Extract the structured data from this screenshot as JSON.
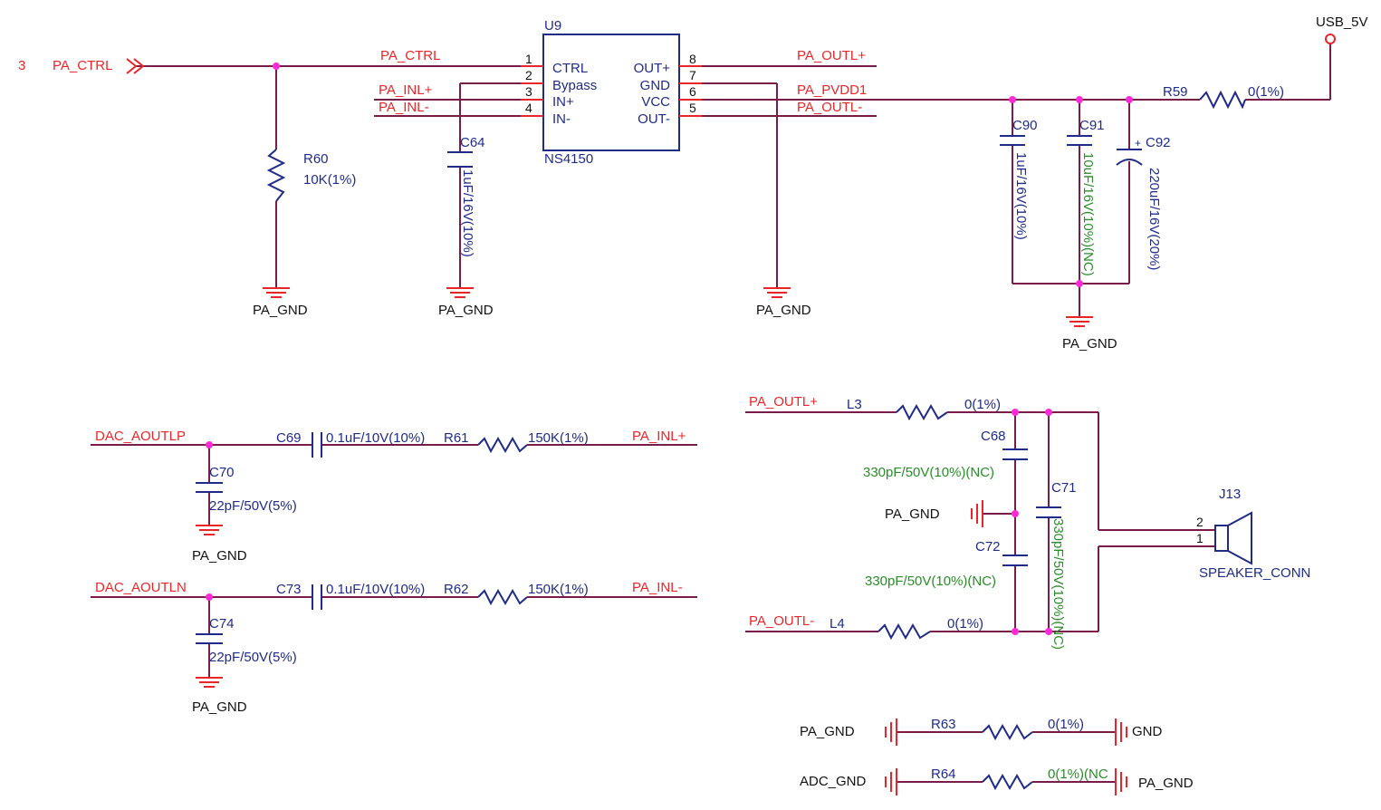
{
  "colors": {
    "wire": "#7a1c4a",
    "component": "#1f2b87",
    "net_label": "#e8262a",
    "ground": "#e8262a",
    "junction": "#ff2bd6",
    "nc_value": "#2a8c2a",
    "value_text": "#1f2b87"
  },
  "sheet_ref": "3",
  "nets": {
    "pa_ctrl": "PA_CTRL",
    "pa_inl_p": "PA_INL+",
    "pa_inl_n": "PA_INL-",
    "pa_outl_p": "PA_OUTL+",
    "pa_outl_n": "PA_OUTL-",
    "pa_pvdd1": "PA_PVDD1",
    "usb_5v": "USB_5V",
    "dac_aoutlp": "DAC_AOUTLP",
    "dac_aoutln": "DAC_AOUTLN",
    "pa_gnd": "PA_GND",
    "gnd": "GND",
    "adc_gnd": "ADC_GND"
  },
  "u9": {
    "ref": "U9",
    "part": "NS4150",
    "pins_left": [
      {
        "num": "1",
        "name": "CTRL"
      },
      {
        "num": "2",
        "name": "Bypass"
      },
      {
        "num": "3",
        "name": "IN+"
      },
      {
        "num": "4",
        "name": "IN-"
      }
    ],
    "pins_right": [
      {
        "num": "8",
        "name": "OUT+"
      },
      {
        "num": "7",
        "name": "GND"
      },
      {
        "num": "6",
        "name": "VCC"
      },
      {
        "num": "5",
        "name": "OUT-"
      }
    ]
  },
  "components": {
    "r60": {
      "ref": "R60",
      "value": "10K(1%)"
    },
    "c64": {
      "ref": "C64",
      "value": "1uF/16V(10%)"
    },
    "c90": {
      "ref": "C90",
      "value": "1uF/16V(10%)"
    },
    "c91": {
      "ref": "C91",
      "value": "10uF/16V(10%)(NC)"
    },
    "c92": {
      "ref": "C92",
      "value": "220uF/16V(20%)",
      "polarity": "+"
    },
    "r59": {
      "ref": "R59",
      "value": "0(1%)"
    },
    "c69": {
      "ref": "C69",
      "value": "0.1uF/10V(10%)"
    },
    "r61": {
      "ref": "R61",
      "value": "150K(1%)"
    },
    "c70": {
      "ref": "C70",
      "value": "22pF/50V(5%)"
    },
    "c73": {
      "ref": "C73",
      "value": "0.1uF/10V(10%)"
    },
    "r62": {
      "ref": "R62",
      "value": "150K(1%)"
    },
    "c74": {
      "ref": "C74",
      "value": "22pF/50V(5%)"
    },
    "l3": {
      "ref": "L3",
      "value": "0(1%)"
    },
    "l4": {
      "ref": "L4",
      "value": "0(1%)"
    },
    "c68": {
      "ref": "C68",
      "value": "330pF/50V(10%)(NC)"
    },
    "c72": {
      "ref": "C72",
      "value": "330pF/50V(10%)(NC)"
    },
    "c71": {
      "ref": "C71",
      "value": "330pF/50V(10%)(NC)"
    },
    "j13": {
      "ref": "J13",
      "value": "SPEAKER_CONN",
      "pin_top": "2",
      "pin_bottom": "1"
    },
    "r63": {
      "ref": "R63",
      "value": "0(1%)"
    },
    "r64": {
      "ref": "R64",
      "value": "0(1%)(NC"
    }
  }
}
